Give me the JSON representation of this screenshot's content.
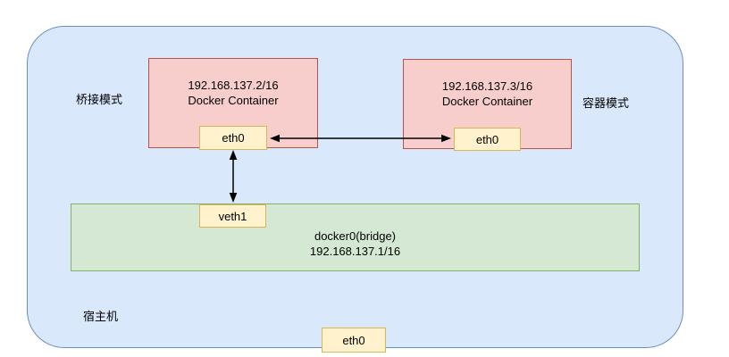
{
  "colors": {
    "host-fill": "#dae8fc",
    "host-stroke": "#6c8ebf",
    "container-fill": "#f8cecc",
    "container-stroke": "#b85450",
    "bridge-fill": "#d5e8d4",
    "bridge-stroke": "#82b366",
    "chip-fill": "#fff2cc",
    "chip-stroke": "#d6b656",
    "arrow": "#000000",
    "text": "#000000"
  },
  "labels": {
    "bridge_mode": "桥接模式",
    "container_mode": "容器模式",
    "host": "宿主机"
  },
  "containers": [
    {
      "ip": "192.168.137.2/16",
      "name": "Docker Container",
      "interface": "eth0"
    },
    {
      "ip": "192.168.137.3/16",
      "name": "Docker Container",
      "interface": "eth0"
    }
  ],
  "bridge": {
    "veth": "veth1",
    "name": "docker0(bridge)",
    "ip": "192.168.137.1/16"
  },
  "host_interface": "eth0"
}
